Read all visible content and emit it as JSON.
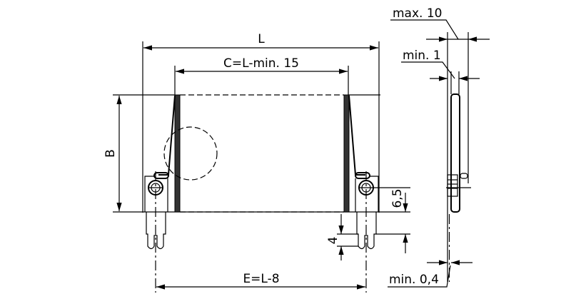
{
  "drawing": {
    "front_view": {
      "length_label": "L",
      "core_length_label": "C=L-min. 15",
      "height_label": "B",
      "terminal_spacing_label": "E=L-8",
      "terminal_height_label": "6,5",
      "leg_label": "4"
    },
    "side_view": {
      "max_thickness_label": "max. 10",
      "min_gap_label": "min. 1",
      "min_plate_label": "min. 0,4"
    }
  }
}
